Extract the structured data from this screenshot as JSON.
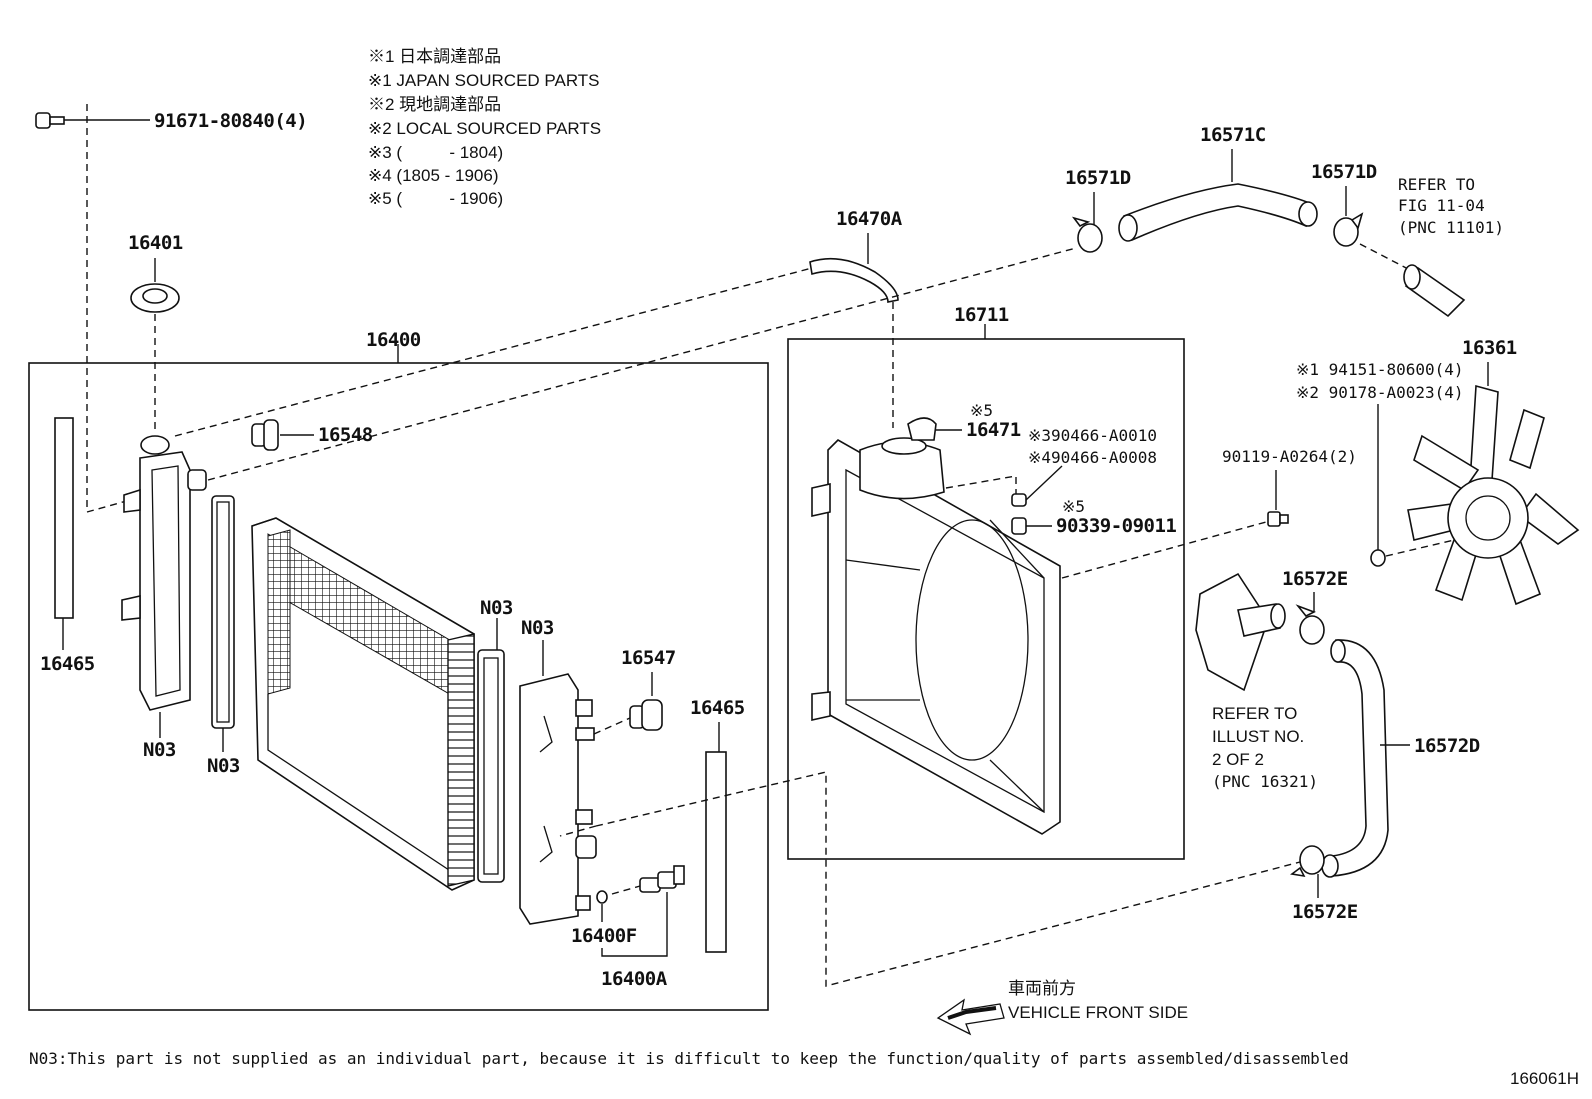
{
  "notes": {
    "n1_jp": "※1 日本調達部品",
    "n1_en": "※1 JAPAN SOURCED PARTS",
    "n2_jp": "※2 現地調達部品",
    "n2_en": "※2 LOCAL SOURCED PARTS",
    "n3": "※3 (          - 1804)",
    "n4": "※4 (1805 - 1906)",
    "n5": "※5 (          - 1906)"
  },
  "labels": {
    "p91671": "91671-80840(4)",
    "p16401": "16401",
    "p16400": "16400",
    "p16548": "16548",
    "p16465_left": "16465",
    "p16465_right": "16465",
    "n03_a": "N03",
    "n03_b": "N03",
    "n03_c": "N03",
    "n03_d": "N03",
    "p16547": "16547",
    "p16400F": "16400F",
    "p16400A": "16400A",
    "p16470A": "16470A",
    "p16711": "16711",
    "p16471_mark": "※5",
    "p16471": "16471",
    "p90466_3": "※390466-A0010",
    "p90466_4": "※490466-A0008",
    "p90339_mark": "※5",
    "p90339": "90339-09011",
    "p16571D_left": "16571D",
    "p16571C": "16571C",
    "p16571D_right": "16571D",
    "p16361": "16361",
    "p94151": "※1 94151-80600(4)",
    "p90178": "※2 90178-A0023(4)",
    "p90119": "90119-A0264(2)",
    "p16572E_top": "16572E",
    "p16572D": "16572D",
    "p16572E_bottom": "16572E"
  },
  "refers": {
    "fig_1": "REFER TO",
    "fig_2": "FIG 11-04",
    "fig_3": "(PNC 11101)",
    "illust_1": "REFER TO",
    "illust_2": "ILLUST NO.",
    "illust_3": "2 OF 2",
    "illust_4": "(PNC 16321)"
  },
  "direction": {
    "jp": "車両前方",
    "en": "VEHICLE FRONT SIDE"
  },
  "footnote": "N03:This part is not supplied as an individual part, because it is difficult to keep the function/quality of parts assembled/disassembled",
  "figure_id": "166061H"
}
